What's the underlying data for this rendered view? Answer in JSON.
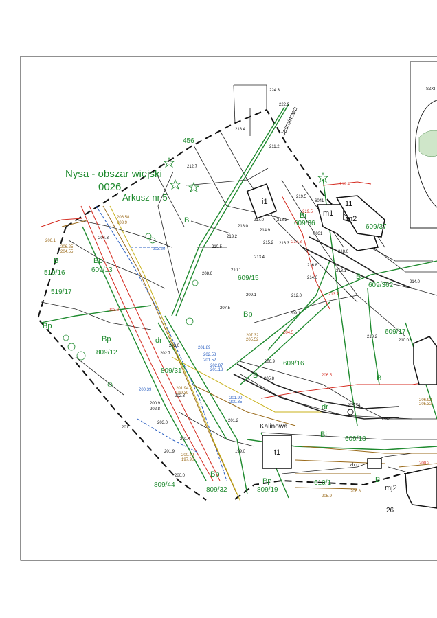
{
  "header": {
    "area": "Nysa - obszar wiejski",
    "code": "0026",
    "sheet": "Arkusz nr 5"
  },
  "streets": [
    "Jaśminowa",
    "Kalinowa"
  ],
  "parcels": [
    "456",
    "609/36",
    "609/37",
    "609/15",
    "609/16",
    "609/17",
    "609/18",
    "609/13",
    "519/16",
    "519/17",
    "809/12",
    "809/31",
    "809/44",
    "809/32",
    "809/19",
    "610/1",
    "609/362"
  ],
  "landuse": [
    "B",
    "Bp",
    "Bi",
    "dr"
  ],
  "buildings": [
    "i1",
    "t1",
    "m1",
    "m2",
    "mj2",
    "11",
    "zb.c."
  ],
  "heights_black": [
    "224.3",
    "222.9",
    "218.4",
    "211.2",
    "212.7",
    "219.5",
    "217.0",
    "218.2",
    "218.0",
    "214.9",
    "213.2",
    "215.2",
    "216.3",
    "210.5",
    "213.4",
    "216.8",
    "218.1",
    "210.1",
    "214.6",
    "208.6",
    "209.1",
    "212.0",
    "207.5",
    "209.1",
    "204.3",
    "203.0",
    "202.7",
    "210.2",
    "210.02",
    "206.9",
    "205.8",
    "202.3",
    "200.9",
    "202.8",
    "203.0",
    "201.1",
    "201.4",
    "201.2",
    "201.9",
    "199.0",
    "200.0",
    "205.74",
    "6032",
    "214.0",
    "218.0"
  ],
  "heights_brown": [
    "206.1",
    "206.25",
    "204.55",
    "206.58",
    "203.9",
    "207.32",
    "205.52",
    "200.49",
    "197.90",
    "201.94",
    "199.39",
    "206.92",
    "205.32",
    "206.8",
    "205.9"
  ],
  "heights_blue": [
    "203.20",
    "201.89",
    "202.58",
    "201.52",
    "202.87",
    "201.18",
    "201.90",
    "200.35",
    "200.39"
  ],
  "heights_red": [
    "219.4",
    "219.5",
    "217.3",
    "203.3",
    "200.2",
    "206.5",
    "204.5",
    "213.7"
  ],
  "misc": [
    "6041",
    "6031",
    "26"
  ],
  "colors": {
    "border": "#111111",
    "parcel_label": "#1e8a2e",
    "height": "#111111",
    "gas": "#d42a1f",
    "water": "#2a5fc2",
    "sewer": "#9a6a1a"
  }
}
